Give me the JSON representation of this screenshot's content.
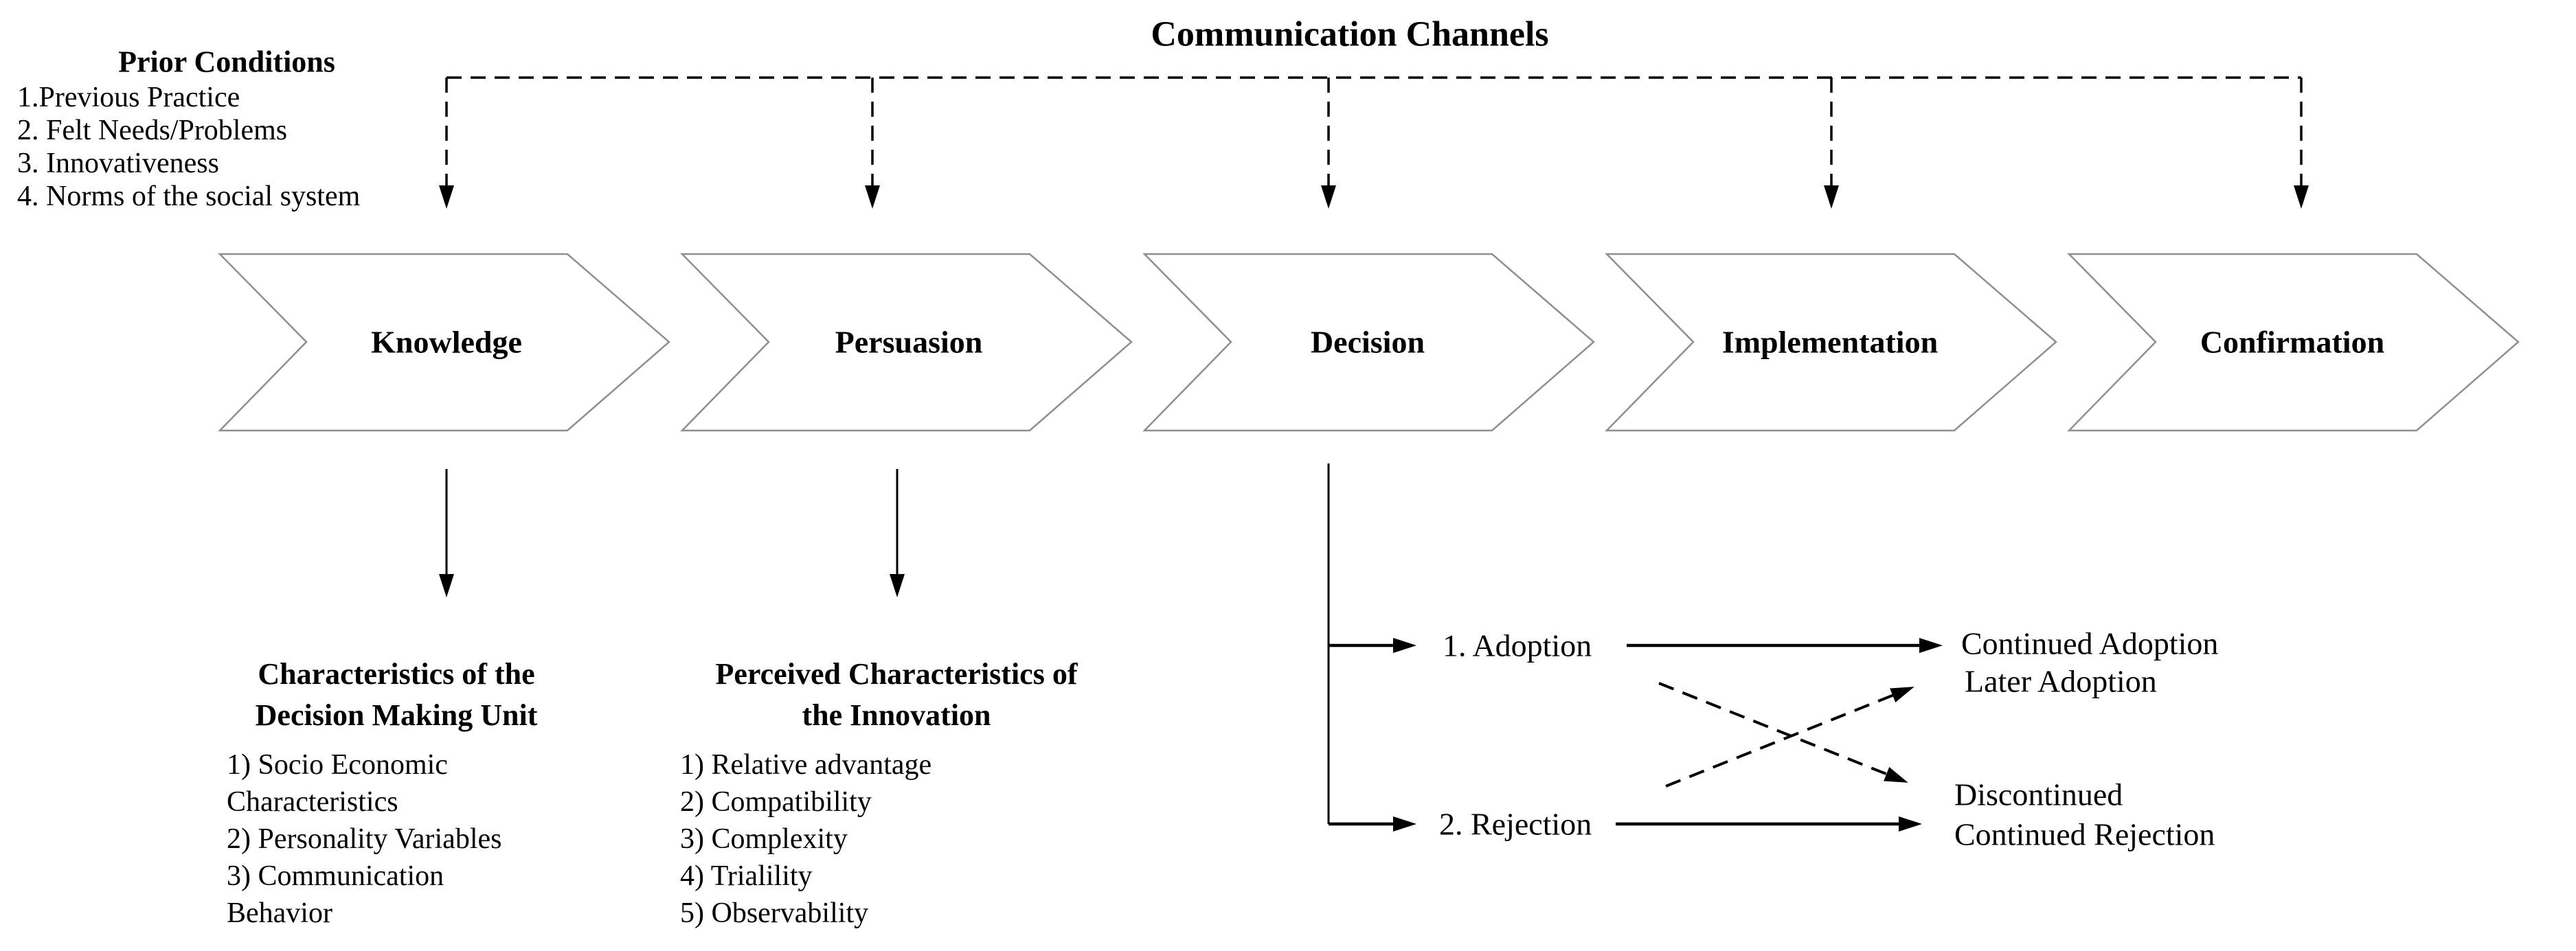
{
  "title": "Communication Channels",
  "prior_conditions": {
    "heading": "Prior Conditions",
    "items": [
      "1.Previous Practice",
      "2. Felt Needs/Problems",
      "3. Innovativeness",
      "4. Norms of the social system"
    ]
  },
  "stages": [
    {
      "label": "Knowledge"
    },
    {
      "label": "Persuasion"
    },
    {
      "label": "Decision"
    },
    {
      "label": "Implementation"
    },
    {
      "label": "Confirmation"
    }
  ],
  "decision_unit_block": {
    "heading_lines": [
      "Characteristics of the",
      "Decision Making Unit"
    ],
    "lines": [
      "1) Socio Economic",
      "Characteristics",
      "2) Personality Variables",
      "3) Communication",
      "Behavior"
    ]
  },
  "innovation_block": {
    "heading_lines": [
      "Perceived Characteristics of",
      "the Innovation"
    ],
    "lines": [
      "1) Relative advantage",
      "2) Compatibility",
      "3) Complexity",
      "4) Trialility",
      "5) Observability"
    ]
  },
  "decision_outcomes": {
    "adoption": "1. Adoption",
    "rejection": "2. Rejection",
    "continued_adoption": "Continued Adoption",
    "later_adoption": "Later Adoption",
    "discontinued": "Discontinued",
    "continued_rejection": "Continued Rejection"
  },
  "colors": {
    "text": "#000000",
    "line": "#000000",
    "chevron_border": "#8f8f8f",
    "background": "#ffffff"
  }
}
